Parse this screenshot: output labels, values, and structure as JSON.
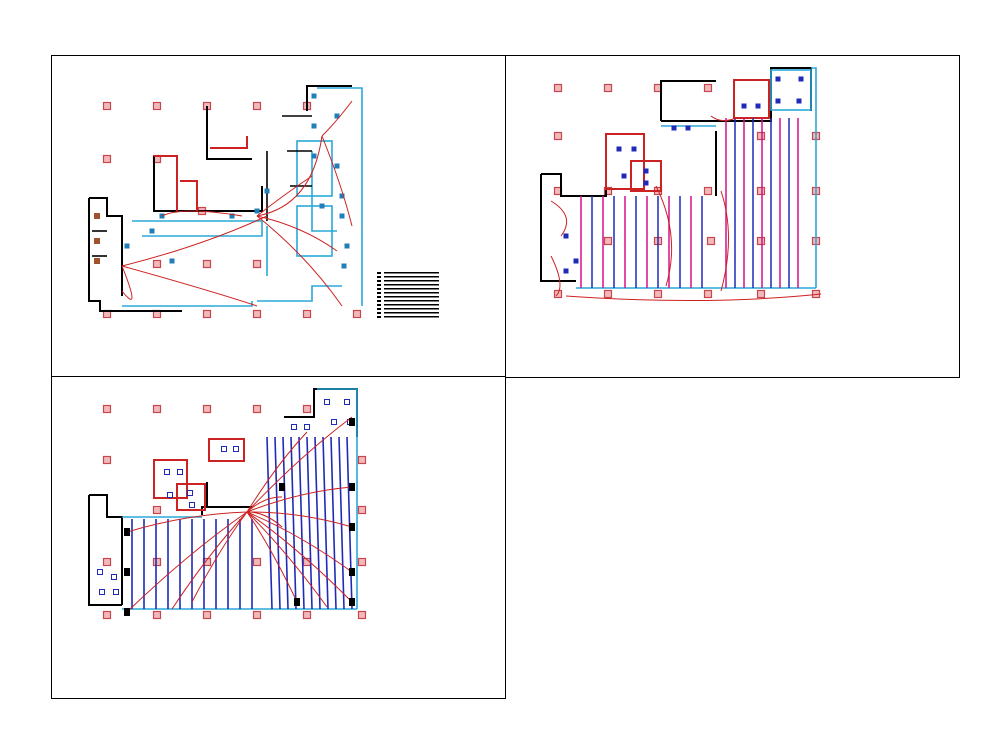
{
  "colors": {
    "wall": "#000000",
    "column": "#c8474f",
    "column_fill": "#f1b9b9",
    "partition": "#2aa8d8",
    "circuit": "#cc2222",
    "heating_pink": "#d4108c",
    "heating_blue": "#1f2bb8"
  },
  "sheets": [
    {
      "id": "sheet-a",
      "content": "floor-plan-electrical-wiring"
    },
    {
      "id": "sheet-b",
      "content": "floor-plan-heating-circuits"
    },
    {
      "id": "sheet-c",
      "content": "floor-plan-lighting-circuits"
    }
  ],
  "legend": {
    "lines": [
      "",
      "",
      "",
      "",
      "",
      "",
      "",
      "",
      "",
      "",
      "",
      ""
    ]
  }
}
